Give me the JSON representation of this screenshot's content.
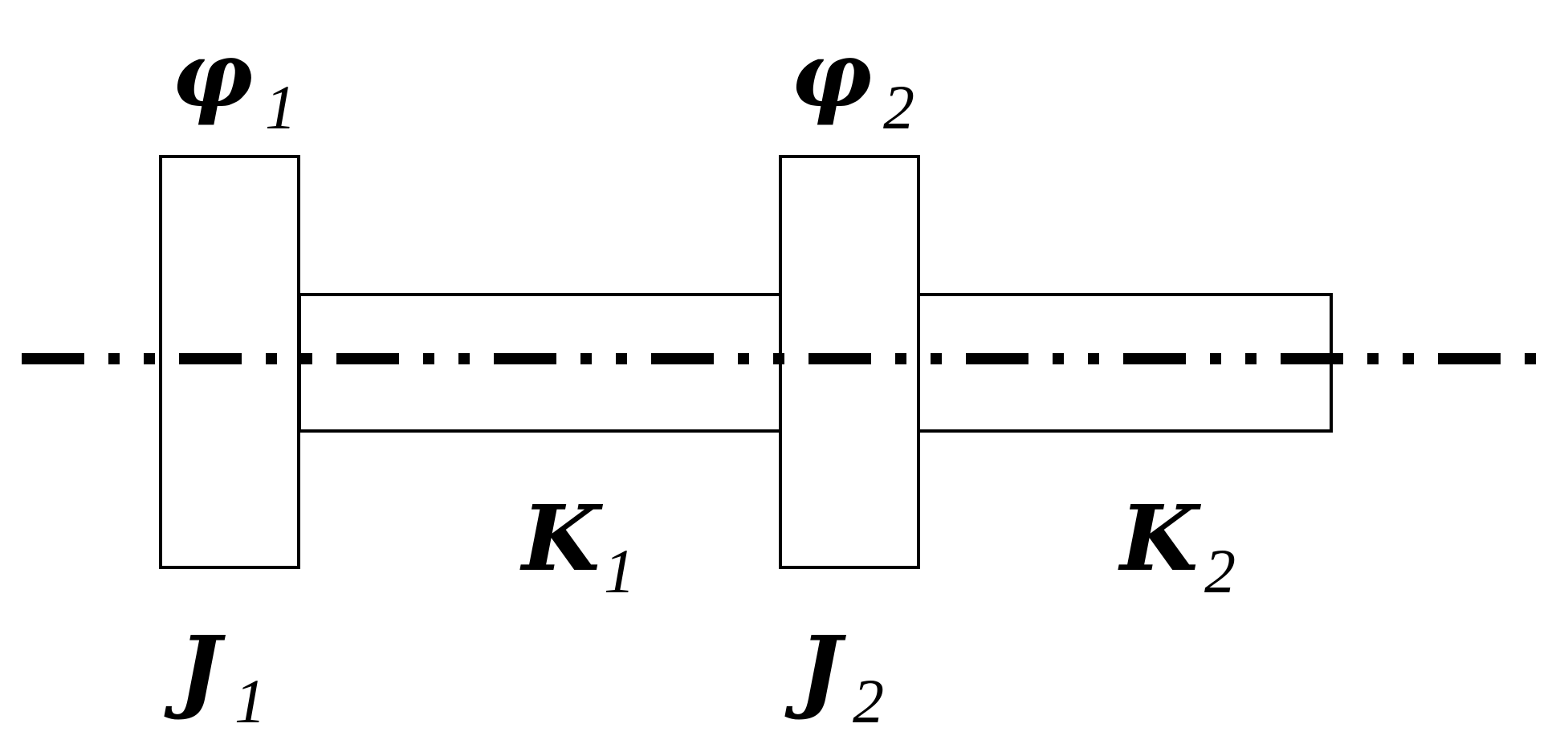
{
  "labels": {
    "phi1": {
      "symbol": "φ",
      "subscript": "1"
    },
    "phi2": {
      "symbol": "φ",
      "subscript": "2"
    },
    "j1": {
      "symbol": "J",
      "subscript": "1"
    },
    "j2": {
      "symbol": "J",
      "subscript": "2"
    },
    "k1": {
      "symbol": "K",
      "subscript": "1"
    },
    "k2": {
      "symbol": "K",
      "subscript": "2"
    }
  },
  "colors": {
    "stroke": "#000000",
    "background": "#ffffff"
  }
}
